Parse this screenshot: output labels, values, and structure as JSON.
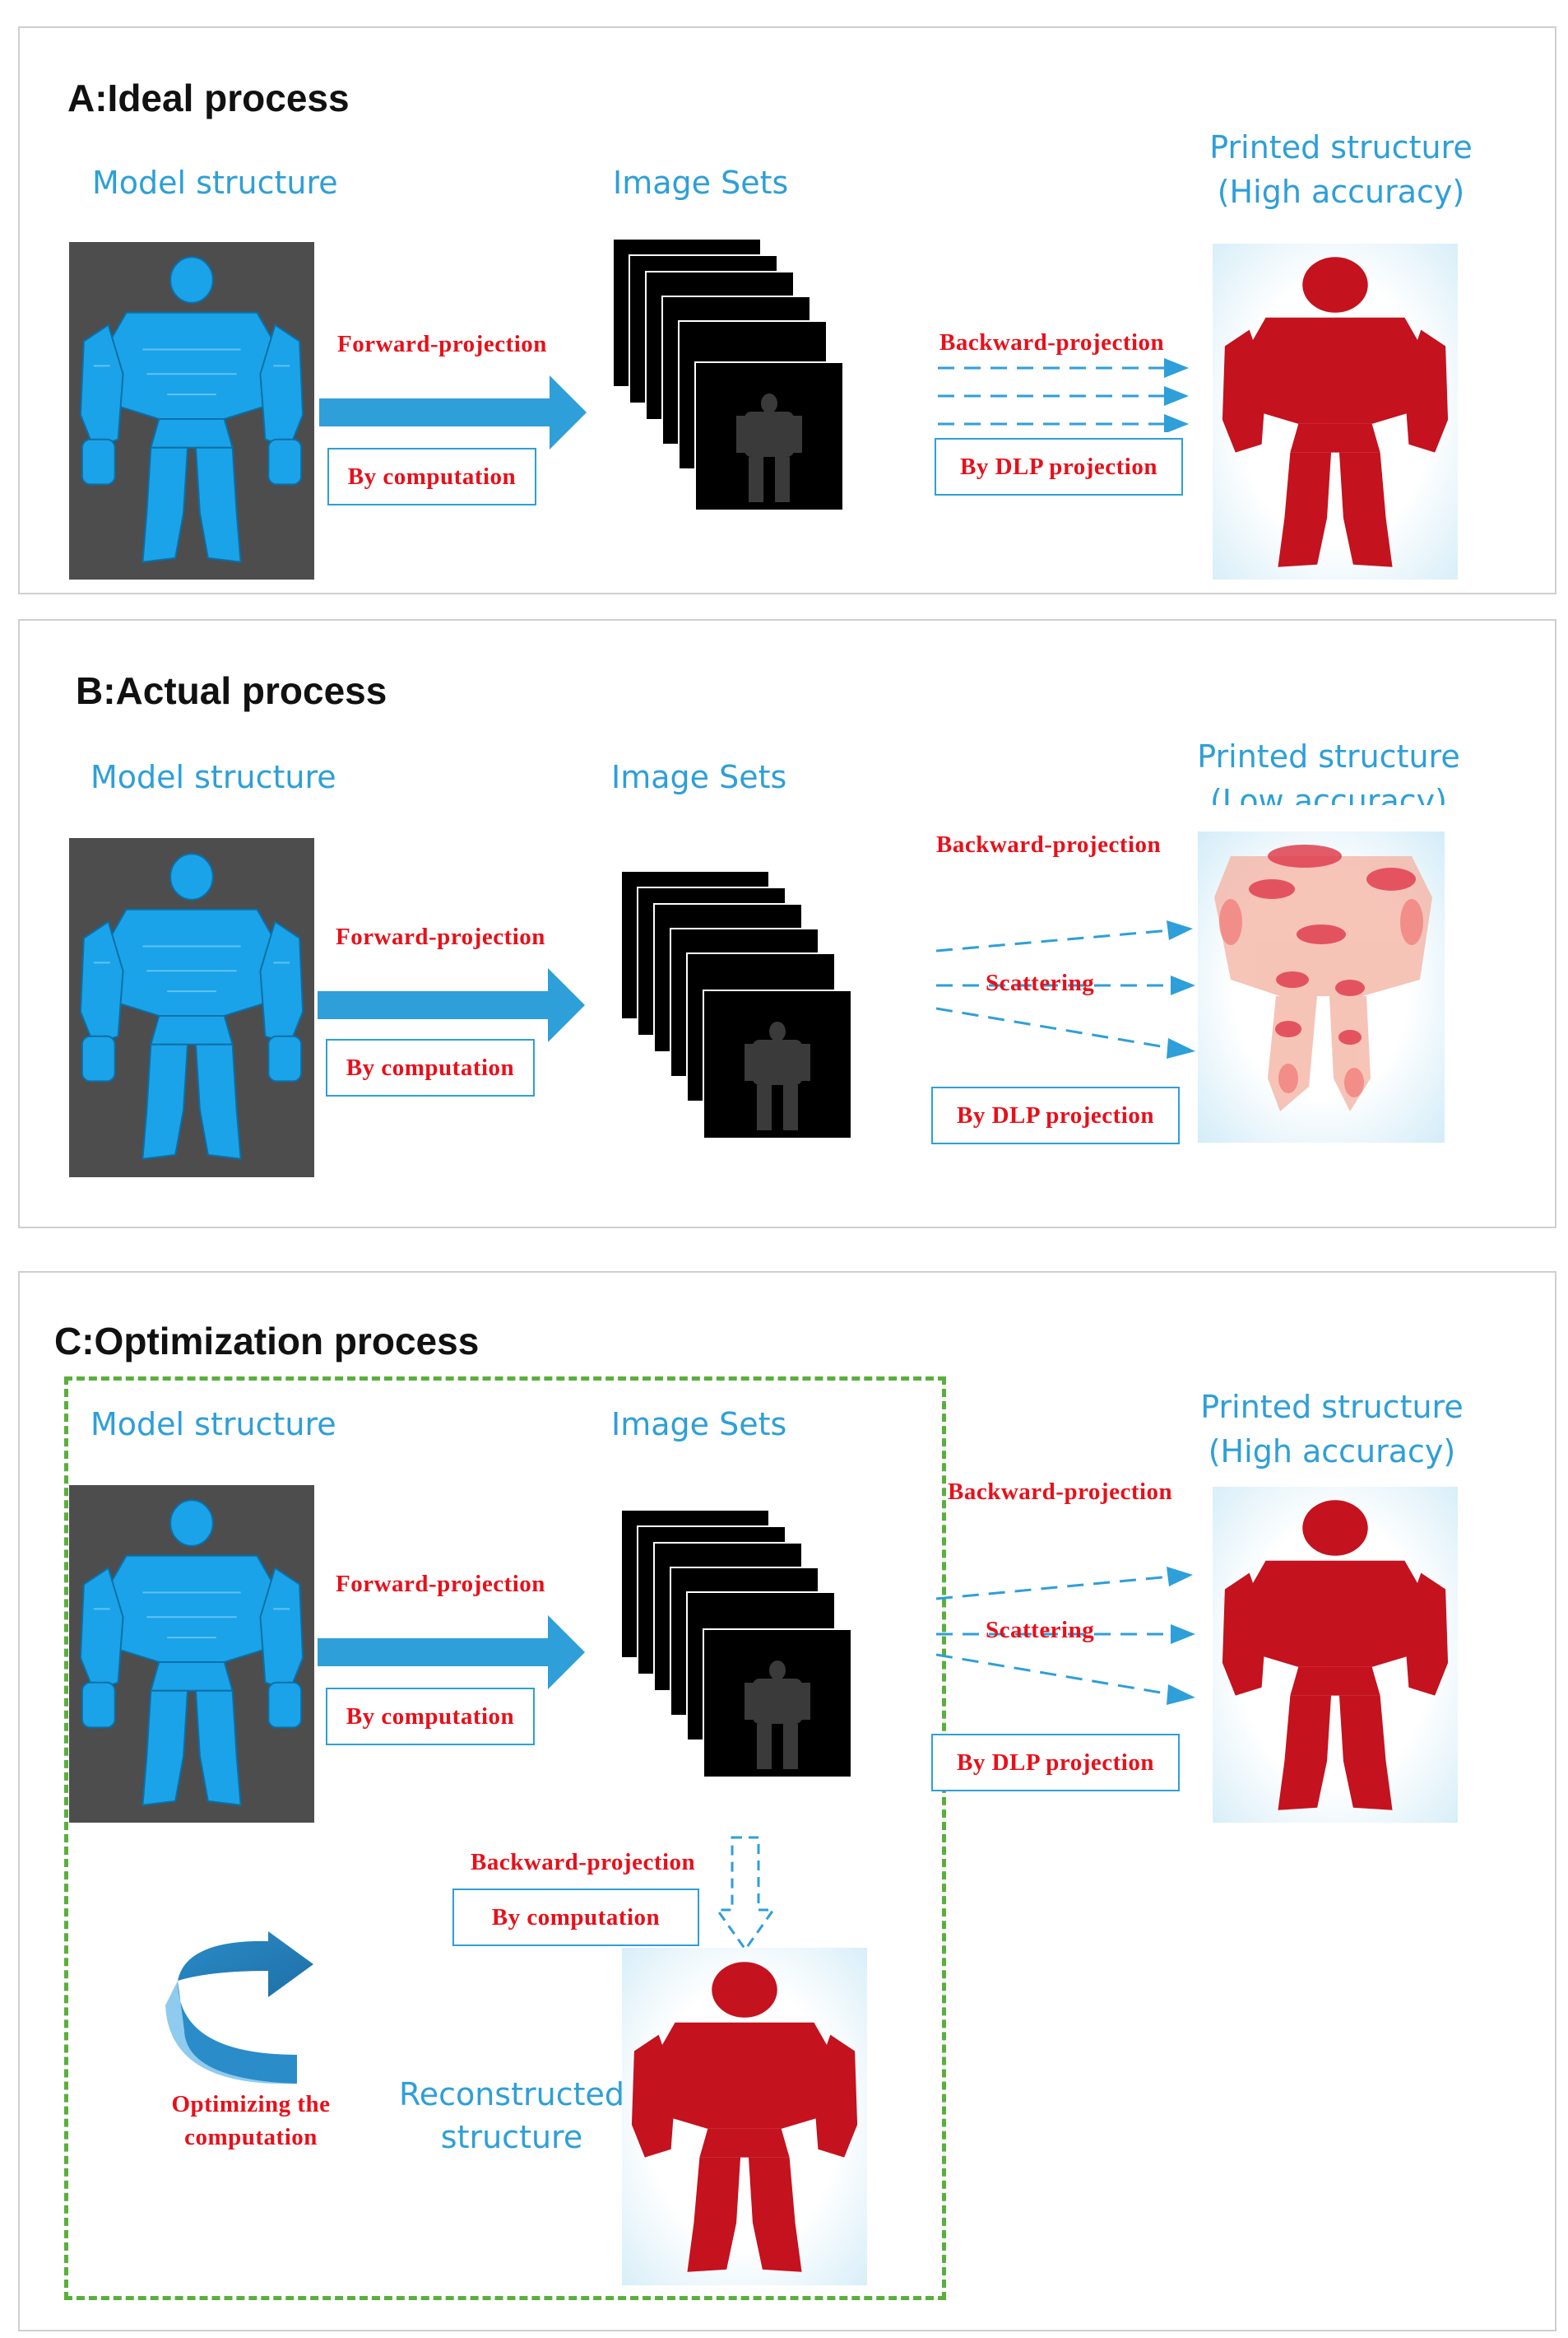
{
  "panels": [
    {
      "title": "A:Ideal process",
      "model_label": "Model structure",
      "images_label": "Image Sets",
      "printed_label_1": "Printed structure",
      "printed_label_2": "(High accuracy)",
      "forward_label": "Forward-projection",
      "computation_box": "By computation",
      "backward_label": "Backward-projection",
      "dlp_box": "By DLP projection"
    },
    {
      "title": "B:Actual process",
      "model_label": "Model structure",
      "images_label": "Image Sets",
      "printed_label_1": "Printed structure",
      "printed_label_2": "(Low accuracy)",
      "forward_label": "Forward-projection",
      "computation_box": "By computation",
      "backward_label": "Backward-projection",
      "scattering_label": "Scattering",
      "dlp_box": "By DLP projection"
    },
    {
      "title": "C:Optimization process",
      "model_label": "Model structure",
      "images_label": "Image Sets",
      "printed_label_1": "Printed structure",
      "printed_label_2": "(High accuracy)",
      "forward_label": "Forward-projection",
      "computation_box": "By computation",
      "backward_label": "Backward-projection",
      "scattering_label": "Scattering",
      "dlp_box": "By DLP projection",
      "inner_backward_label": "Backward-projection",
      "inner_computation_box": "By computation",
      "reconstructed_label_1": "Reconstructed",
      "reconstructed_label_2": "structure",
      "optimizing_label_1": "Optimizing the",
      "optimizing_label_2": "computation"
    }
  ],
  "colors": {
    "label_blue": "#2e9fd8",
    "label_red": "#e8101a",
    "arrow_blue": "#2e9fd8",
    "model_bg": "#4d4d4d",
    "robot_blue": "#1aa3e8",
    "print_red": "#c4121e",
    "dashed_green": "#5aaf3c"
  }
}
